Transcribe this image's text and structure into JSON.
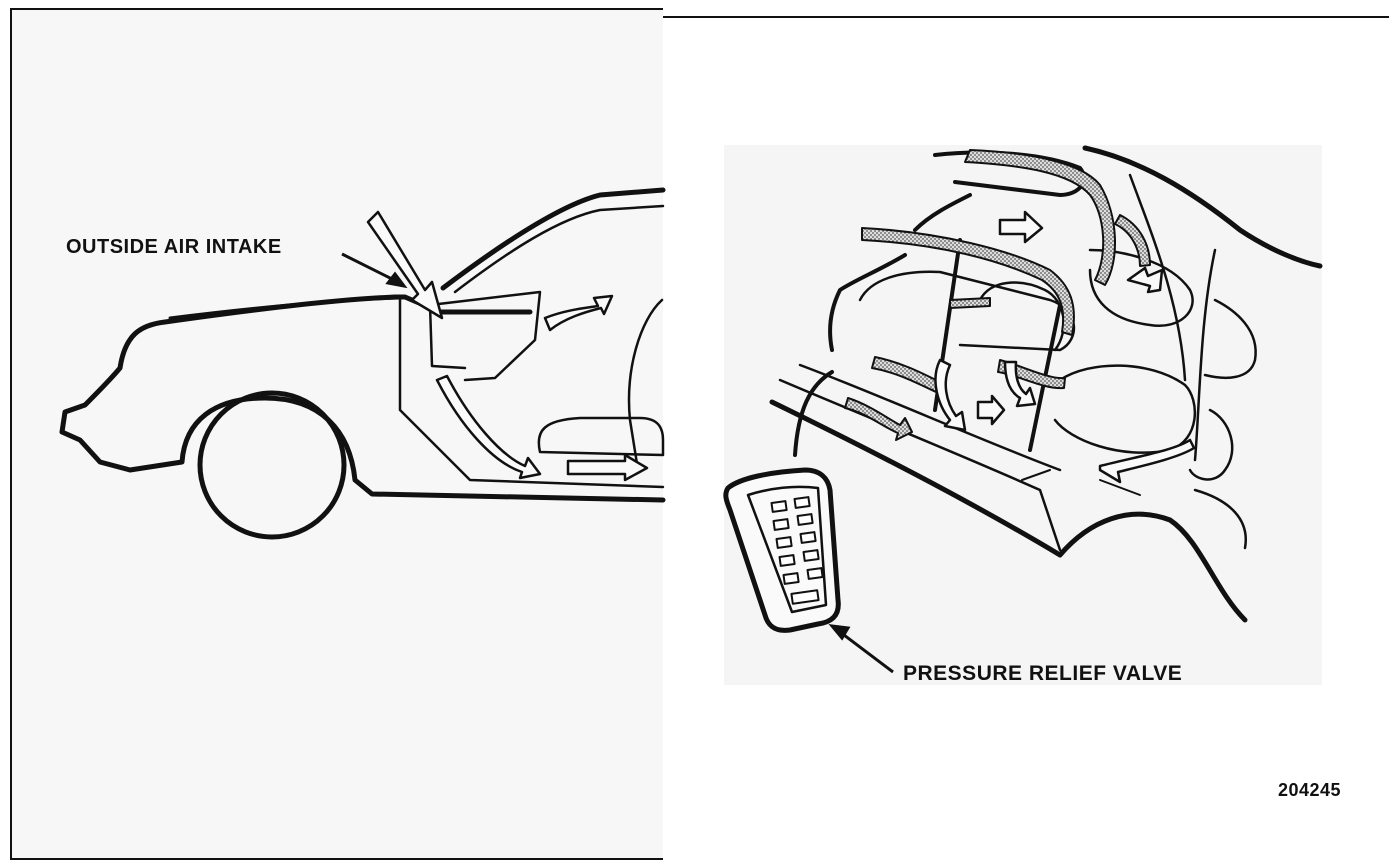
{
  "labels": {
    "outside_air_intake": "OUTSIDE AIR INTAKE",
    "pressure_relief_valve": "PRESSURE RELIEF VALVE",
    "figure_number": "204245"
  }
}
